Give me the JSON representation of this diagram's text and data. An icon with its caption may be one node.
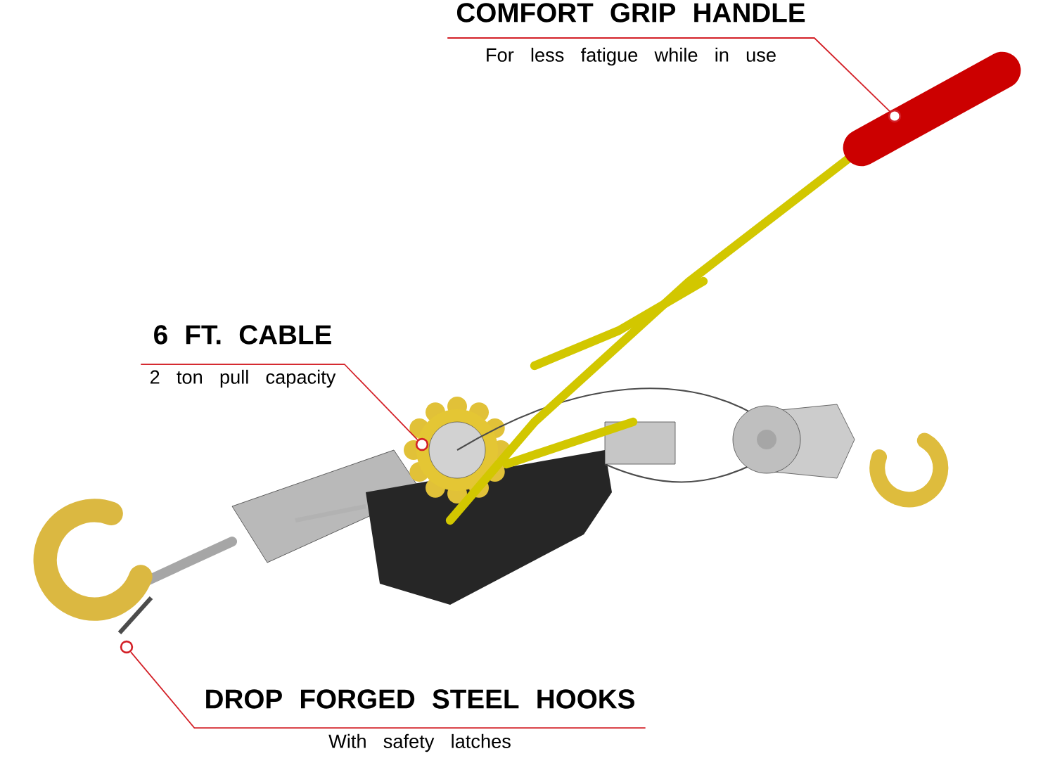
{
  "diagram": {
    "nodes": [
      {
        "text": [
          "COMFORT GRIP HANDLE",
          "For less fatigue while in use"
        ]
      },
      {
        "text": [
          "6 FT. CABLE",
          "2 ton pull capacity"
        ]
      },
      {
        "text": [
          "DROP FORGED STEEL HOOKS",
          "With safety latches"
        ]
      },
      {
        "text": [],
        "shape": "circle"
      },
      {
        "text": [],
        "shape": "circle"
      },
      {
        "text": [],
        "shape": "circle"
      }
    ],
    "edges": [
      {
        "from": 0,
        "to": 3,
        "arrow": "none"
      },
      {
        "from": 1,
        "to": 4,
        "arrow": "none"
      },
      {
        "from": 2,
        "to": 5,
        "arrow": "none"
      }
    ]
  }
}
